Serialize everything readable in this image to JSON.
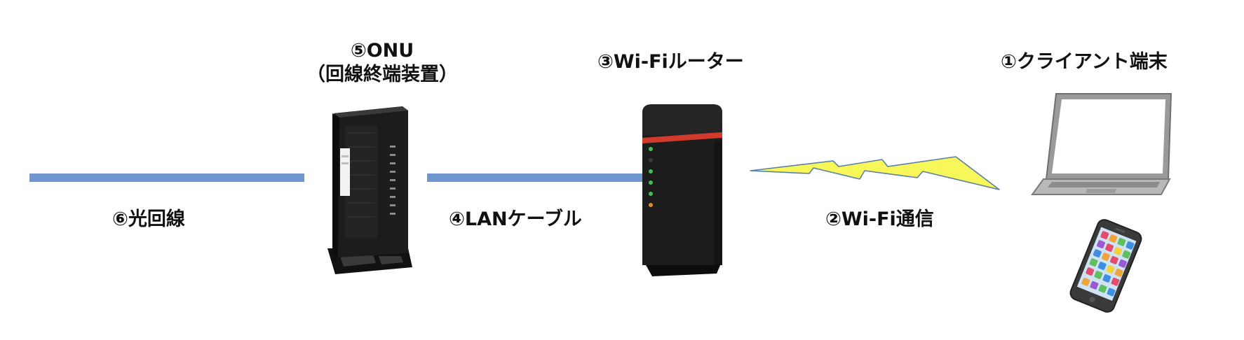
{
  "labels": {
    "client": "①クライアント端末",
    "wifi_comm": "②Wi-Fi通信",
    "router": "③Wi-Fiルーター",
    "lan": "④LANケーブル",
    "onu_line1": "⑤ONU",
    "onu_line2": "（回線終端装置）",
    "fiber": "⑥光回線"
  },
  "colors": {
    "cable": "#6f97cf",
    "wifi_bolt_fill": "#f7f75a",
    "wifi_bolt_stroke": "#5a7fa8",
    "router_accent": "#d23b2b",
    "device_body": "#1c1c1c"
  },
  "icons": {
    "onu": "onu-device-icon",
    "router": "wifi-router-icon",
    "laptop": "laptop-icon",
    "smartphone": "smartphone-icon",
    "wifi_signal": "lightning-bolt-icon"
  }
}
